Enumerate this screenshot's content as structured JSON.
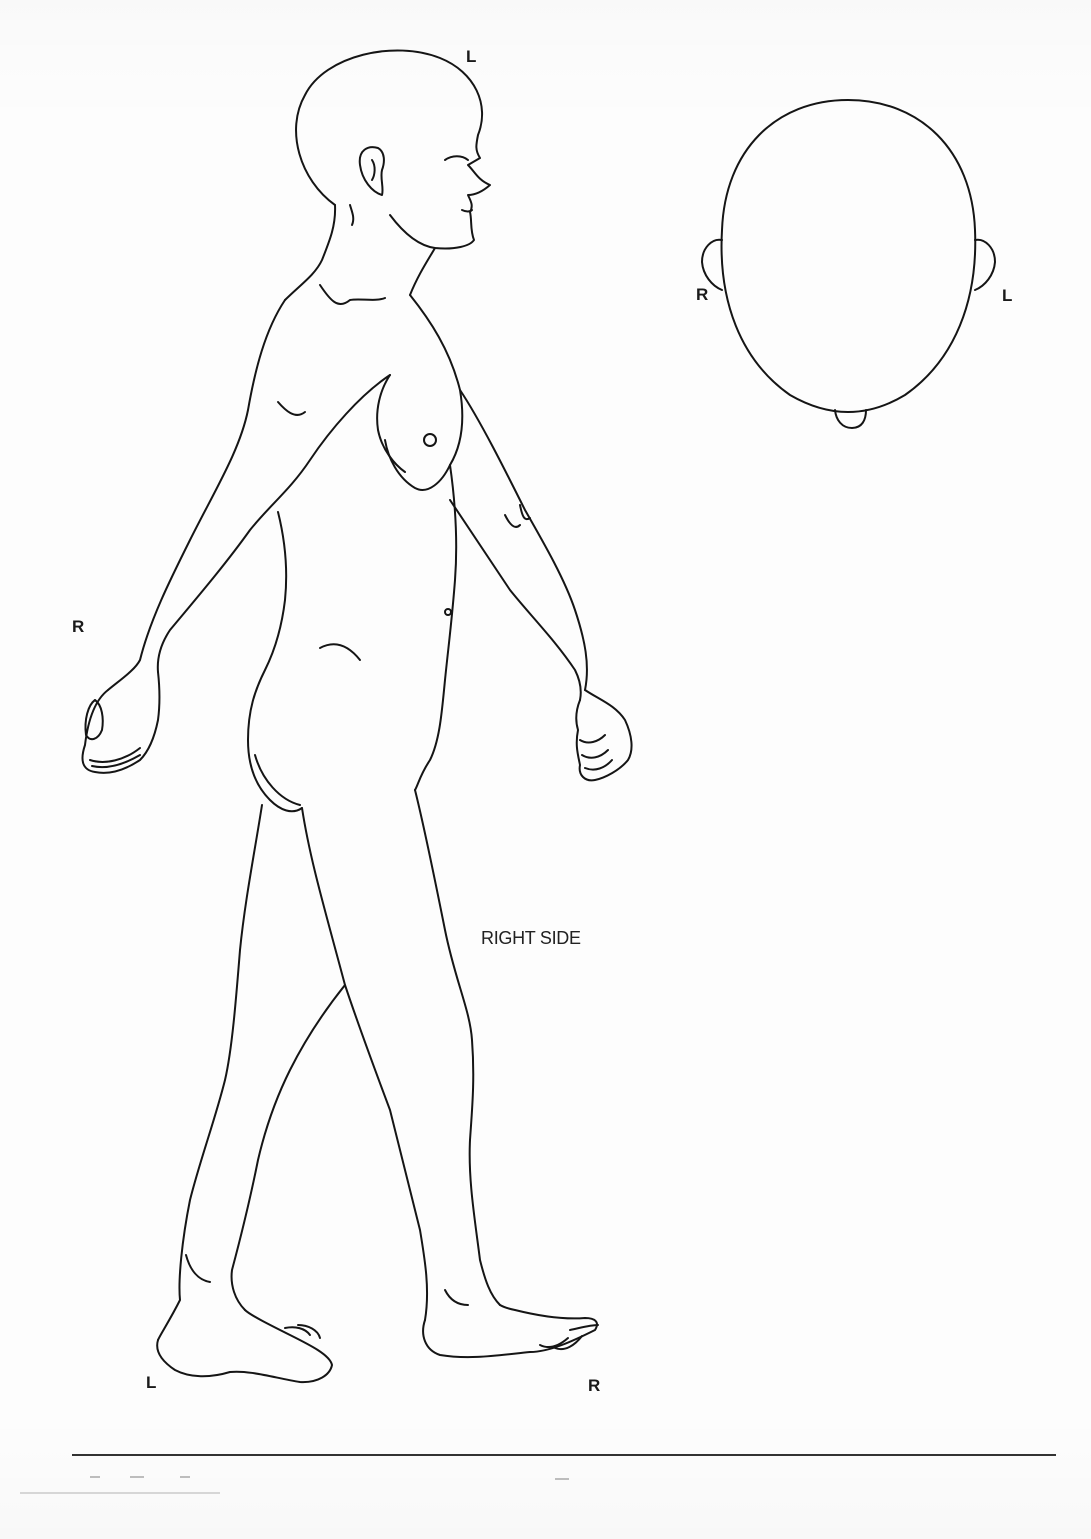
{
  "figure": {
    "side_view_label": "RIGHT SIDE",
    "figure_labels": {
      "head_top": "L",
      "hand": "R",
      "left_foot": "L",
      "right_foot": "R"
    },
    "head_view_labels": {
      "right_ear": "R",
      "left_ear": "L"
    }
  },
  "colors": {
    "line": "#151515",
    "paper": "#fdfdfd"
  }
}
